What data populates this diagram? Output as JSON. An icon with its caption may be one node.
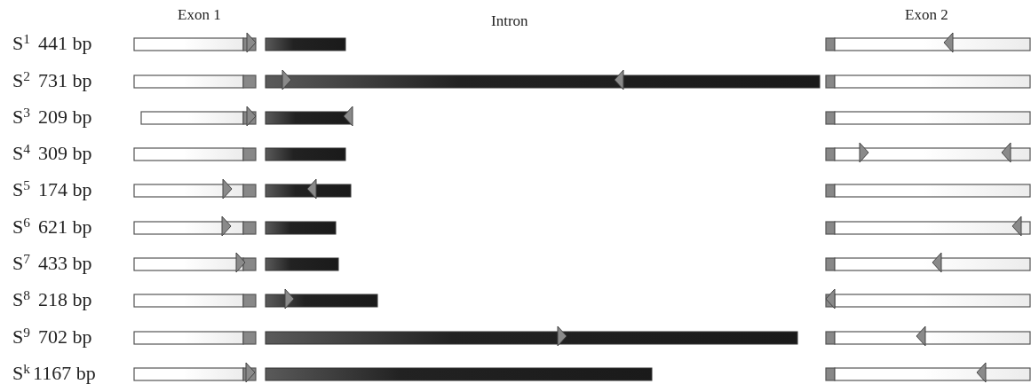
{
  "diagram": {
    "labels": [
      "Exon 1",
      "Intron",
      "Exon 2",
      "S$^{1}$",
      "441 bp",
      "S$^{2}$",
      "731 bp",
      "S$^{3}$",
      "209 bp",
      "S$^{4}$",
      "309 bp",
      "S$^{5}$",
      "174 bp",
      "S$^{6}$",
      "621 bp",
      "S$^{7}$",
      "433 bp",
      "S$^{8}$",
      "218 bp",
      "S$^{9}$",
      "702 bp",
      "S$^{k}$",
      "1167 bp"
    ]
  }
}
